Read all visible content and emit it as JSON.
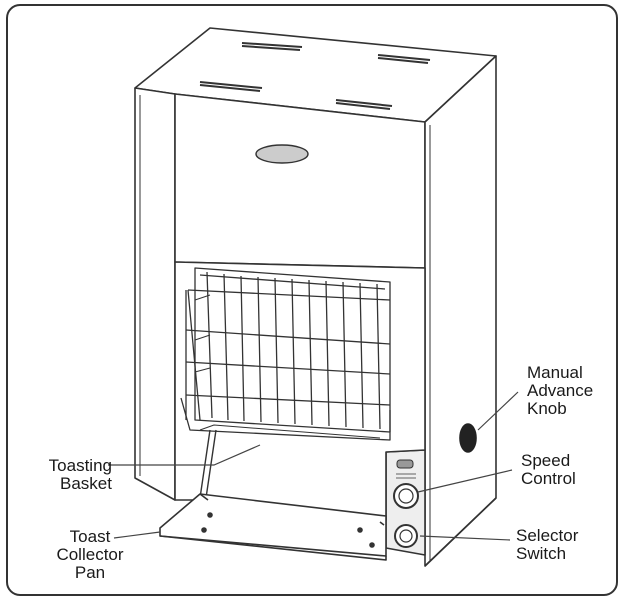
{
  "labels": {
    "manual_advance_knob": "Manual\nAdvance\nKnob",
    "speed_control": "Speed\nControl",
    "selector_switch": "Selector\nSwitch",
    "toasting_basket": "Toasting\nBasket",
    "toast_collector_pan": "Toast\nCollector\nPan"
  },
  "colors": {
    "line": "#333333",
    "panel_gray": "#d9d9d9",
    "dark": "#222222"
  }
}
